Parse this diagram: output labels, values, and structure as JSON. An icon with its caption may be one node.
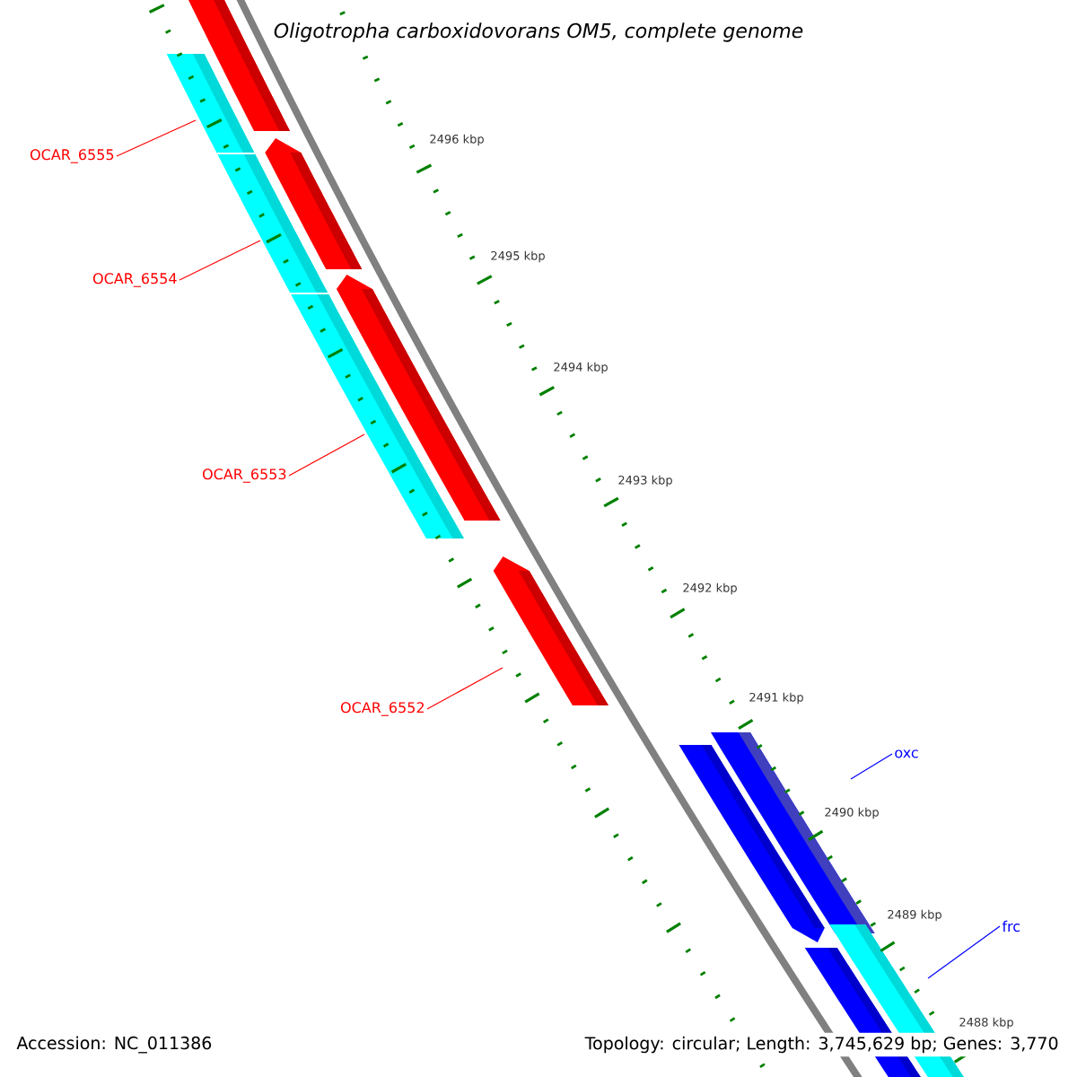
{
  "diagram": {
    "title": "Oligotropha carboxidovorans OM5, complete genome",
    "nodes": [
      {
        "text": [
          "OCAR_6555"
        ]
      },
      {
        "text": [
          "OCAR_6554"
        ]
      },
      {
        "text": [
          "OCAR_6553"
        ]
      },
      {
        "text": [
          "OCAR_6552"
        ]
      },
      {
        "text": [
          "oxc"
        ]
      },
      {
        "text": [
          "frc"
        ]
      }
    ],
    "edges": [
      {
        "from": 0,
        "to": null,
        "arrow": "none"
      },
      {
        "from": 1,
        "to": null,
        "arrow": "none"
      },
      {
        "from": 2,
        "to": null,
        "arrow": "none"
      },
      {
        "from": 3,
        "to": null,
        "arrow": "none"
      },
      {
        "from": 4,
        "to": null,
        "arrow": "none",
        "color": "#0000ff"
      },
      {
        "from": 5,
        "to": null,
        "arrow": "none",
        "color": "#0000ff"
      }
    ],
    "labels": [
      "2496 kbp",
      "2495 kbp",
      "2494 kbp",
      "2493 kbp",
      "2492 kbp",
      "2491 kbp",
      "2490 kbp",
      "2489 kbp",
      "2488 kbp",
      "Accession: NC_011386",
      "Topology: circular; Length: 3,745,629 bp; Genes: 3,770"
    ]
  }
}
